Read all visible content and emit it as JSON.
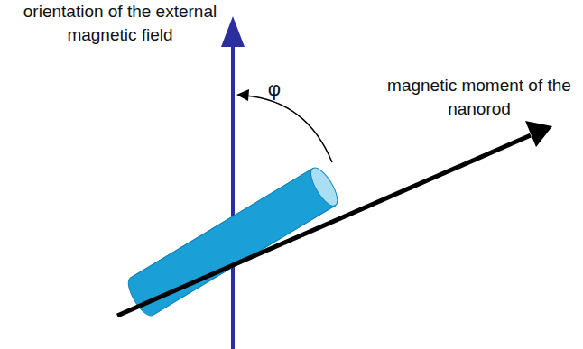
{
  "diagram": {
    "labels": [
      "orientation of the external magnetic field",
      "magnetic moment of the nanorod",
      "φ"
    ]
  }
}
